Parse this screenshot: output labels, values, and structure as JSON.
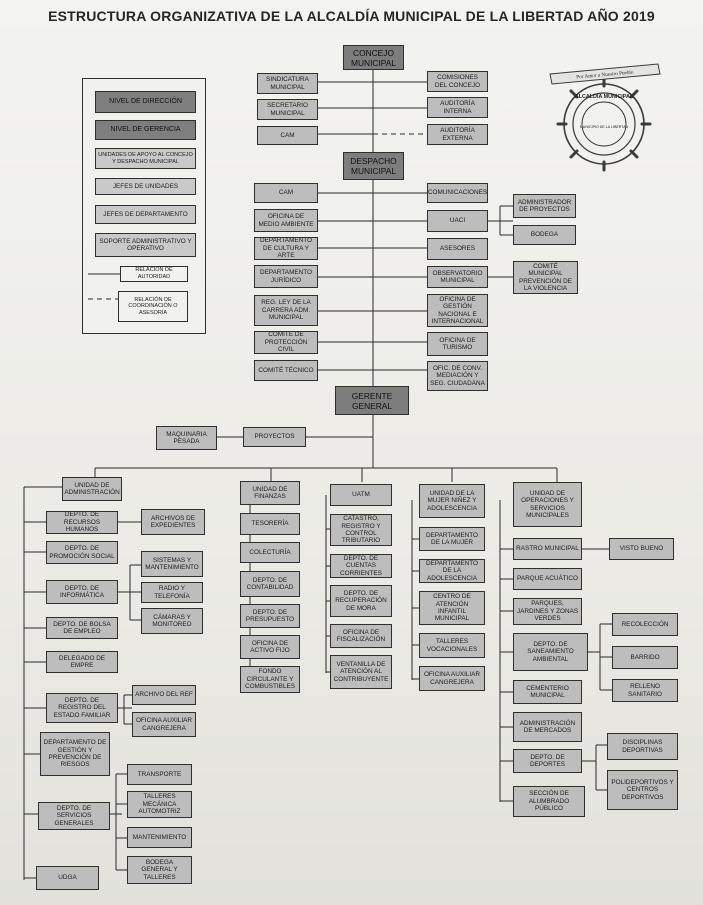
{
  "title": "ESTRUCTURA ORGANIZATIVA DE LA ALCALDÍA MUNICIPAL DE LA LIBERTAD AÑO 2019",
  "seal": {
    "banner": "Por Amor a Nuestro Pueblo",
    "ring_text": "ALCALDÍA MUNICIPAL",
    "center_text": "MUNICIPIO DE LA LIBERTAD"
  },
  "legend": {
    "nivel_direccion": "NIVEL DE DIRECCIÓN",
    "nivel_gerencia": "NIVEL DE GERENCIA",
    "unidades_apoyo": "UNIDADES DE APOYO AL CONCEJO Y DESPACHO MUNICIPAL",
    "jefes_unidades": "JEFES DE UNIDADES",
    "jefes_departamento": "JEFES DE DEPARTAMENTO",
    "soporte": "SOPORTE ADMINISTRATIVO Y OPERATIVO",
    "relacion_autoridad": "RELACIÓN DE AUTORIDAD",
    "relacion_coordinacion": "RELACIÓN DE COORDINACIÓN O ASESORÍA"
  },
  "nodes": {
    "concejo": "CONCEJO MUNICIPAL",
    "sindicatura": "SINDICATURA MUNICIPAL",
    "secretario": "SECRETARIO MUNICIPAL",
    "cam": "CAM",
    "comisiones": "COMISIONES DEL CONCEJO",
    "auditoria_int": "AUDITORÍA INTERNA",
    "auditoria_ext": "AUDITORÍA EXTERNA",
    "despacho": "DESPACHO MUNICIPAL",
    "uaip_left": "CAM",
    "medio_ambiente": "OFICINA DE MEDIO AMBIENTE",
    "cultura": "DEPARTAMENTO DE CULTURA Y ARTE",
    "juridico": "DEPARTAMENTO JURÍDICO",
    "carrera": "REG. LEY DE LA CARRERA ADM. MUNICIPAL",
    "proteccion": "COMITÉ DE PROTECCIÓN CIVIL",
    "comite_tecnico": "COMITÉ TÉCNICO",
    "comunicaciones": "COMUNICACIONES",
    "uaci": "UACI",
    "admin_proyectos": "ADMINISTRADOR DE PROYECTOS",
    "bodega": "BODEGA",
    "asesores": "ASESORES",
    "observatorio": "OBSERVATORIO MUNICIPAL",
    "comite_prevencion": "COMITÉ MUNICIPAL PREVENCIÓN DE LA VIOLENCIA",
    "gestion_nac": "OFICINA DE GESTIÓN NACIONAL E INTERNACIONAL",
    "turismo": "OFICINA DE TURISMO",
    "convivencia": "OFIC. DE CONV. MEDIACIÓN Y SEG. CIUDADANA",
    "gerente": "GERENTE GENERAL",
    "maquinaria": "MAQUINARIA PESADA",
    "proyectos": "PROYECTOS",
    "col1": {
      "head": "UNIDAD DE ADMINISTRACIÓN",
      "rrhh": "DEPTO. DE RECURSOS HUMANOS",
      "archivos": "ARCHIVOS DE EXPEDIENTES",
      "promocion": "DEPTO. DE PROMOCIÓN SOCIAL",
      "informatica": "DEPTO. DE INFORMÁTICA",
      "sistemas": "SISTEMAS Y MANTENIMIENTO",
      "radio": "RADIO Y TELEFONÍA",
      "camaras": "CÁMARAS Y MONITOREO",
      "bolsa": "DEPTO. DE BOLSA DE EMPLEO",
      "delegado": "DELEGADO DE EMPRE",
      "registro": "DEPTO. DE REGISTRO DEL ESTADO FAMILIAR",
      "archivo_ref": "ARCHIVO DEL REF",
      "cangrejera1": "OFICINA AUXILIAR CANGREJERA",
      "riesgos": "DEPARTAMENTO DE GESTIÓN Y PREVENCIÓN DE RIESGOS",
      "servicios": "DEPTO. DE SERVICIOS GENERALES",
      "transporte": "TRANSPORTE",
      "talleres_mec": "TALLERES MECÁNICA AUTOMOTRIZ",
      "mantenimiento": "MANTENIMIENTO",
      "bodega_gral": "BODEGA GENERAL Y TALLERES",
      "udga": "UDGA"
    },
    "col2": {
      "head": "UNIDAD DE FINANZAS",
      "tesoreria": "TESORERÍA",
      "colecturia": "COLECTURÍA",
      "contabilidad": "DEPTO. DE CONTABILIDAD",
      "presupuesto": "DEPTO. DE PRESUPUESTO",
      "activo": "OFICINA DE ACTIVO FIJO",
      "fondo": "FONDO CIRCULANTE Y COMBUSTIBLES"
    },
    "col3": {
      "head": "UATM",
      "catastro": "CATASTRO, REGISTRO Y CONTROL TRIBUTARIO",
      "cuentas": "DEPTO. DE CUENTAS CORRIENTES",
      "mora": "DEPTO. DE RECUPERACIÓN DE MORA",
      "fiscalizacion": "OFICINA DE FISCALIZACIÓN",
      "ventanilla": "VENTANILLA DE ATENCIÓN AL CONTRIBUYENTE"
    },
    "col4": {
      "head": "UNIDAD DE LA MUJER NIÑEZ Y ADOLESCENCIA",
      "mujer": "DEPARTAMENTO DE LA MUJER",
      "adolescencia": "DEPARTAMENTO DE LA ADOLESCENCIA",
      "cai": "CENTRO DE ATENCIÓN INFANTIL MUNICIPAL",
      "talleres_voc": "TALLERES VOCACIONALES",
      "cangrejera2": "OFICINA AUXILIAR CANGREJERA"
    },
    "col5": {
      "head": "UNIDAD DE OPERACIONES Y SERVICIOS MUNICIPALES",
      "rastro": "RASTRO MUNICIPAL",
      "visto_bueno": "VISTO BUENO",
      "parque": "PARQUE ACUÁTICO",
      "parques": "PARQUES, JARDINES Y ZONAS VERDES",
      "saneamiento": "DEPTO. DE SANEAMIENTO AMBIENTAL",
      "recoleccion": "RECOLECCIÓN",
      "barrido": "BARRIDO",
      "relleno": "RELLENO SANITARIO",
      "cementerio": "CEMENTERIO MUNICIPAL",
      "mercados": "ADMINISTRACIÓN DE MERCADOS",
      "deportes": "DEPTO. DE DEPORTES",
      "disciplinas": "DISCIPLINAS DEPORTIVAS",
      "polideportivos": "POLIDEPORTIVOS Y CENTROS DEPORTIVOS",
      "alumbrado": "SECCIÓN DE ALUMBRADO PÚBLICO"
    }
  }
}
